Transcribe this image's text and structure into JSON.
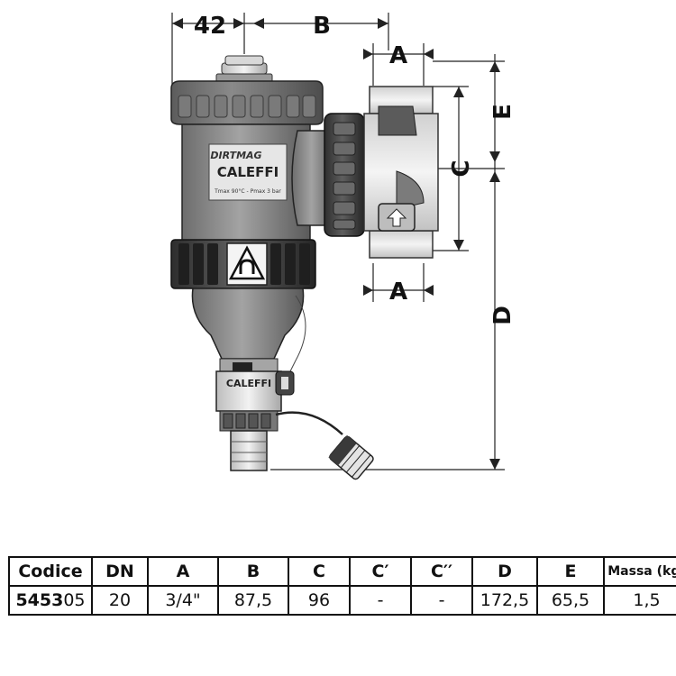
{
  "drawing": {
    "dimensions": {
      "width_42": "42",
      "b": "B",
      "a_top": "A",
      "a_bottom": "A",
      "c": "C",
      "d": "D",
      "e": "E"
    },
    "body_labels": {
      "product_name": "DIRTMAG",
      "brand": "CALEFFI",
      "rating": "Tmax 90°C - Pmax 3 bar",
      "valve_brand": "CALEFFI"
    },
    "icons": [
      "magnet-warning-icon",
      "flow-arrow-icon"
    ]
  },
  "table": {
    "headers": [
      "Codice",
      "DN",
      "A",
      "B",
      "C",
      "C′",
      "C′′",
      "D",
      "E",
      "Massa (kg)"
    ],
    "rows": [
      {
        "code_bold": "5453",
        "code_rest": "05",
        "cells": [
          "20",
          "3/4\"",
          "87,5",
          "96",
          "-",
          "-",
          "172,5",
          "65,5",
          "1,5"
        ]
      }
    ]
  }
}
